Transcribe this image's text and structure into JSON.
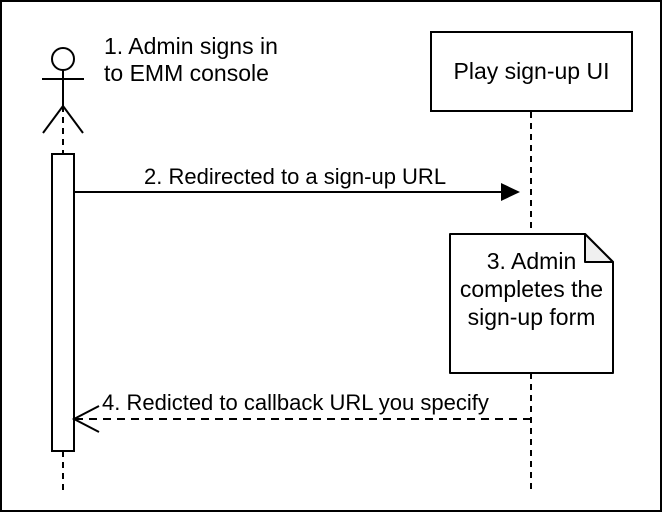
{
  "colors": {
    "stroke": "#000000",
    "background": "#ffffff",
    "note_fold": "#f0f0f0"
  },
  "actor": {
    "icon": "stick-figure",
    "annotation_line1": "1. Admin signs in",
    "annotation_line2": "to EMM console"
  },
  "participant": {
    "label": "Play sign-up UI"
  },
  "messages": {
    "redirect_request": "2. Redirected to a sign-up URL",
    "callback_return": "4. Redicted to callback URL you specify"
  },
  "note": {
    "line1": "3. Admin",
    "line2": "completes the",
    "line3": "sign-up form"
  }
}
